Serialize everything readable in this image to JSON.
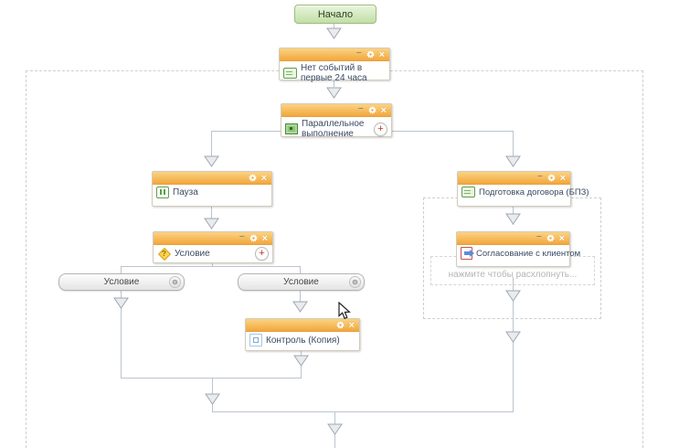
{
  "start": {
    "label": "Начало"
  },
  "icons": {
    "minimize": "–",
    "close": "×",
    "add": "+",
    "question_mark": "?"
  },
  "blocks": {
    "no_events": {
      "title": "Нет событий в первые 24 часа"
    },
    "parallel": {
      "title": "Параллельное выполнение"
    },
    "pause": {
      "title": "Пауза"
    },
    "condition": {
      "title": "Условие"
    },
    "control_copy": {
      "title": "Контроль (Копия)"
    },
    "contract_prep": {
      "title": "Подготовка договора (БПЗ)"
    },
    "client_approval": {
      "title": "Согласование с клиентом",
      "expand_hint": "нажмите чтобы расхлопнуть..."
    }
  },
  "branches": {
    "left": "Условие",
    "right": "Условие"
  },
  "colors": {
    "header_orange_top": "#fbd383",
    "header_orange_bottom": "#f2a73d",
    "start_green": "#c2dfa5",
    "connector_line": "#bcc3cd",
    "dashed_border": "#cfcfcf",
    "block_text": "#3a4a63",
    "hint_text": "#b5b5b5",
    "plus_red": "#c0392b"
  }
}
